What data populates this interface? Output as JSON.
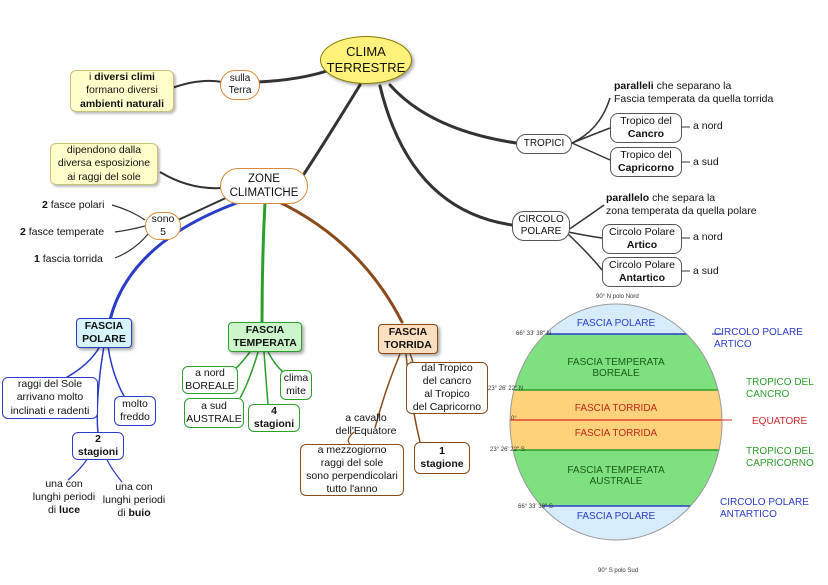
{
  "title": {
    "line1": "CLIMA",
    "line2": "TERRESTRE"
  },
  "sulla_terra": {
    "line1": "sulla",
    "line2": "Terra"
  },
  "diversi_climi": {
    "a": "i ",
    "b": "diversi climi",
    "c": "formano diversi",
    "d": "ambienti naturali"
  },
  "tropici": {
    "label": "TROPICI",
    "desc_bold": "paralleli",
    "desc_rest": " che separano la",
    "desc_line2": "Fascia temperata da quella torrida",
    "cancro_line1": "Tropico del",
    "cancro_line2": "Cancro",
    "cancro_side": "a nord",
    "capricorno_line1": "Tropico del",
    "capricorno_line2": "Capricorno",
    "capricorno_side": "a sud"
  },
  "circolo": {
    "line1": "CIRCOLO",
    "line2": "POLARE",
    "desc_bold": "parallelo",
    "desc_rest": " che separa la",
    "desc_line2": "zona temperata da quella polare",
    "artico_line1": "Circolo Polare",
    "artico_line2": "Artico",
    "artico_side": "a nord",
    "antartico_line1": "Circolo Polare",
    "antartico_line2": "Antartico",
    "antartico_side": "a sud"
  },
  "zone": {
    "line1": "ZONE",
    "line2": "CLIMATICHE"
  },
  "dipendono": {
    "line1": "dipendono dalla",
    "line2": "diversa esposizione",
    "line3": "ai raggi del sole"
  },
  "sono": {
    "line1": "sono",
    "line2": "5"
  },
  "count_list": [
    {
      "n": "2",
      "text": " fasce polari"
    },
    {
      "n": "2",
      "text": " fasce temperate"
    },
    {
      "n": "1",
      "text": " fascia torrida"
    }
  ],
  "polare": {
    "head1": "FASCIA",
    "head2": "POLARE",
    "raggi1": "raggi del Sole",
    "raggi2": "arrivano molto",
    "raggi3": "inclinati e radenti",
    "freddo1": "molto",
    "freddo2": "freddo",
    "stagioni1": "2",
    "stagioni2": "stagioni",
    "luce1": "una con",
    "luce2": "lunghi periodi",
    "luce3a": "di ",
    "luce3b": "luce",
    "buio1": "una con",
    "buio2": "lunghi periodi",
    "buio3a": "di ",
    "buio3b": "buio"
  },
  "temperata": {
    "head1": "FASCIA",
    "head2": "TEMPERATA",
    "nord1": "a nord",
    "nord2": "BOREALE",
    "sud1": "a sud",
    "sud2": "AUSTRALE",
    "mite1": "clima",
    "mite2": "mite",
    "stag1": "4",
    "stag2": "stagioni"
  },
  "torrida": {
    "head1": "FASCIA",
    "head2": "TORRIDA",
    "dal1": "dal Tropico",
    "dal2": "del cancro",
    "dal3": "al Tropico",
    "dal4": "del Capricorno",
    "cavallo1": "a cavallo",
    "cavallo2": "dell'Equatore",
    "mezzo1": "a mezzogiorno",
    "mezzo2": "raggi del sole",
    "mezzo3": "sono perpendicolari",
    "mezzo4": "tutto l'anno",
    "stag1": "1",
    "stag2": "stagione"
  },
  "globe": {
    "polo_nord": "90° N  polo Nord",
    "polo_sud": "90° S  polo Sud",
    "lat_artico": "66° 33' 38'' N",
    "lat_cancro": "23° 26' 22'' N",
    "lat_eq": "0°",
    "lat_capricorno": "23° 26' 22'' S",
    "lat_antartico": "66° 33' 38'' S",
    "zones": {
      "polare_n": "FASCIA POLARE",
      "temp_bor1": "FASCIA TEMPERATA",
      "temp_bor2": "BOREALE",
      "torr_n": "FASCIA TORRIDA",
      "torr_s": "FASCIA TORRIDA",
      "temp_aus1": "FASCIA TEMPERATA",
      "temp_aus2": "AUSTRALE",
      "polare_s": "FASCIA POLARE"
    },
    "lines": {
      "artico": "CIRCOLO POLARE ARTICO",
      "cancro1": "TROPICO DEL",
      "cancro2": "CANCRO",
      "equatore": "EQUATORE",
      "capricorno1": "TROPICO DEL",
      "capricorno2": "CAPRICORNO",
      "antartico1": "CIRCOLO POLARE",
      "antartico2": "ANTARTICO"
    },
    "colors": {
      "polar": "#d6ecfb",
      "temperate": "#7ee07e",
      "torrid": "#fdd27a",
      "blue_line": "#2a3cc8",
      "green_line": "#2aa02a",
      "red_line": "#d42a2a"
    }
  },
  "colors": {
    "title_fill": "#fff27a",
    "polare_head": "#d8f4fb",
    "temperata_head": "#ccf5cc",
    "torrida_head": "#fbdfc0"
  }
}
